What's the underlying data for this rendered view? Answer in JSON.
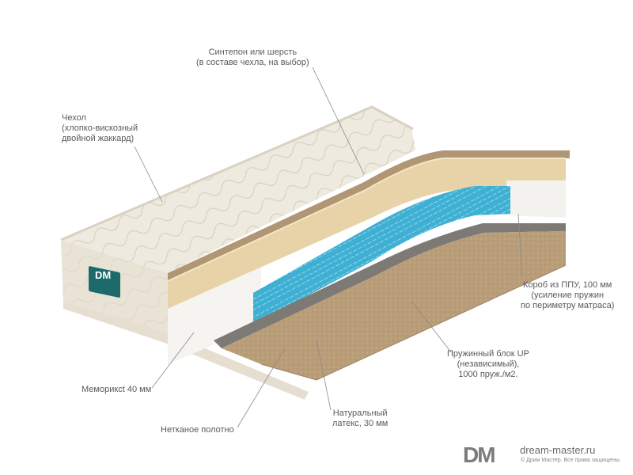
{
  "callouts": {
    "sintepon": [
      "Синтепон или шерсть",
      "(в составе чехла, на выбор)"
    ],
    "chehol": [
      "Чехол",
      "(хлопко-вискозный",
      "двойной жаккард)"
    ],
    "korob": [
      "Короб из ППУ, 100 мм",
      "(усиление пружин",
      "по периметру матраса)"
    ],
    "block": [
      "Пружинный блок UP",
      "(независимый),",
      "1000 пруж./м2."
    ],
    "memoriks": [
      "Мемориксt 40 мм"
    ],
    "netkanoe": [
      "Нетканое полотно"
    ],
    "lateks": [
      "Натуральный",
      "латекс, 30 мм"
    ]
  },
  "tag_logo_text": "DM",
  "brand": {
    "logo_text": "DM",
    "url": "dream-master.ru",
    "copyright": "© Дрим Мастер. Все права защищены."
  },
  "colors": {
    "cover": "#efeae0",
    "memory_foam": "#e8d3a8",
    "felt": "#b39a78",
    "springs": "#48b6d6",
    "tag": "#1d6a6a"
  }
}
